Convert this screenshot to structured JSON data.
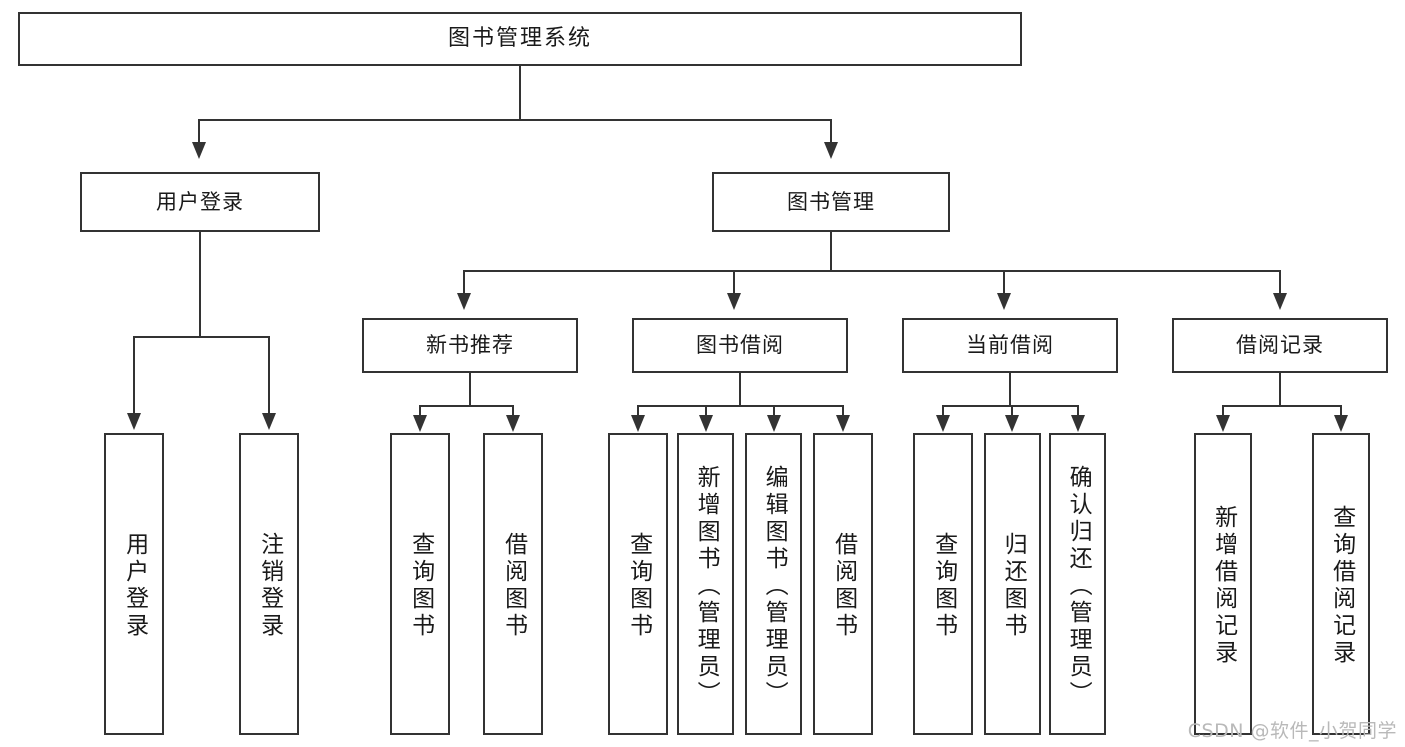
{
  "diagram": {
    "type": "tree",
    "title": "图书管理系统",
    "watermark": "CSDN @软件_小贺同学",
    "colors": {
      "background": "#ffffff",
      "border": "#333333",
      "text": "#1a1a1a",
      "watermark": "#b9b9b9"
    },
    "root": {
      "label": "图书管理系统"
    },
    "level2": [
      {
        "label": "用户登录"
      },
      {
        "label": "图书管理"
      }
    ],
    "level3": [
      {
        "label": "新书推荐"
      },
      {
        "label": "图书借阅"
      },
      {
        "label": "当前借阅"
      },
      {
        "label": "借阅记录"
      }
    ],
    "leaves": {
      "user_login": [
        {
          "label": "用户登录"
        },
        {
          "label": "注销登录"
        }
      ],
      "new_book_recommend": [
        {
          "label": "查询图书"
        },
        {
          "label": "借阅图书"
        }
      ],
      "book_borrow": [
        {
          "label": "查询图书"
        },
        {
          "label": "新增图书（管理员）"
        },
        {
          "label": "编辑图书（管理员）"
        },
        {
          "label": "借阅图书"
        }
      ],
      "current_borrow": [
        {
          "label": "查询图书"
        },
        {
          "label": "归还图书"
        },
        {
          "label": "确认归还（管理员）"
        }
      ],
      "borrow_record": [
        {
          "label": "新增借阅记录"
        },
        {
          "label": "查询借阅记录"
        }
      ]
    }
  }
}
